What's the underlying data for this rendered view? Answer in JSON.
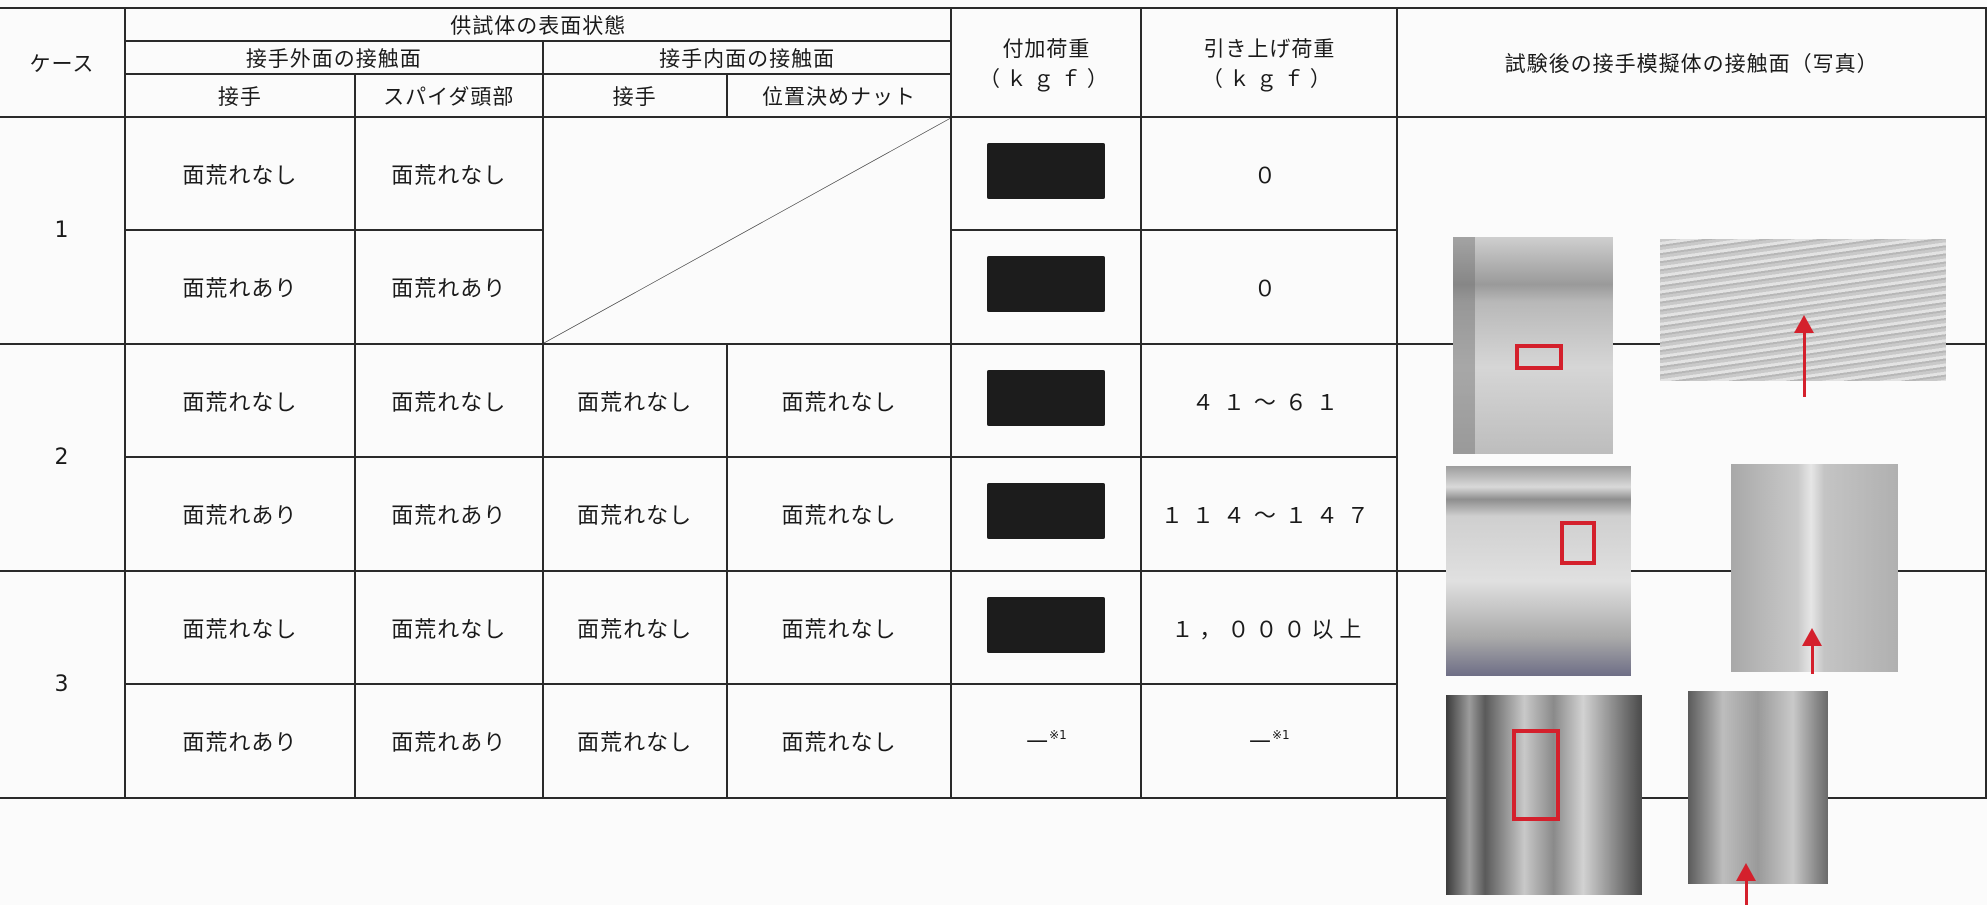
{
  "header": {
    "case": "ケース",
    "surface_state": "供試体の表面状態",
    "outer_contact": "接手外面の接触面",
    "inner_contact": "接手内面の接触面",
    "joint": "接手",
    "spider_head": "スパイダ頭部",
    "joint_inner": "接手",
    "positioning_nut": "位置決めナット",
    "applied_load": "付加荷重",
    "applied_load_unit": "（ｋｇｆ）",
    "pullup_load": "引き上げ荷重",
    "pullup_load_unit": "（ｋｇｆ）",
    "photo_col": "試験後の接手模擬体の接触面（写真）"
  },
  "cases": [
    {
      "label": "1",
      "rows": [
        {
          "joint": "面荒れなし",
          "spider": "面荒れなし",
          "pullup": "０"
        },
        {
          "joint": "面荒れあり",
          "spider": "面荒れあり",
          "pullup": "０"
        }
      ]
    },
    {
      "label": "2",
      "rows": [
        {
          "joint": "面荒れなし",
          "spider": "面荒れなし",
          "inner_joint": "面荒れなし",
          "nut": "面荒れなし",
          "pullup": "４１～６１"
        },
        {
          "joint": "面荒れあり",
          "spider": "面荒れあり",
          "inner_joint": "面荒れなし",
          "nut": "面荒れなし",
          "pullup": "１１４～１４７"
        }
      ]
    },
    {
      "label": "3",
      "rows": [
        {
          "joint": "面荒れなし",
          "spider": "面荒れなし",
          "inner_joint": "面荒れなし",
          "nut": "面荒れなし",
          "pullup": "１，０００以上"
        },
        {
          "joint": "面荒れあり",
          "spider": "面荒れあり",
          "inner_joint": "面荒れなし",
          "nut": "面荒れなし",
          "applied": "—",
          "applied_note": "※1",
          "pullup": "—",
          "pullup_note": "※1"
        }
      ]
    }
  ],
  "colors": {
    "border": "#2a2a2a",
    "redacted": "#1c1c1c",
    "marker": "#d4202c"
  }
}
